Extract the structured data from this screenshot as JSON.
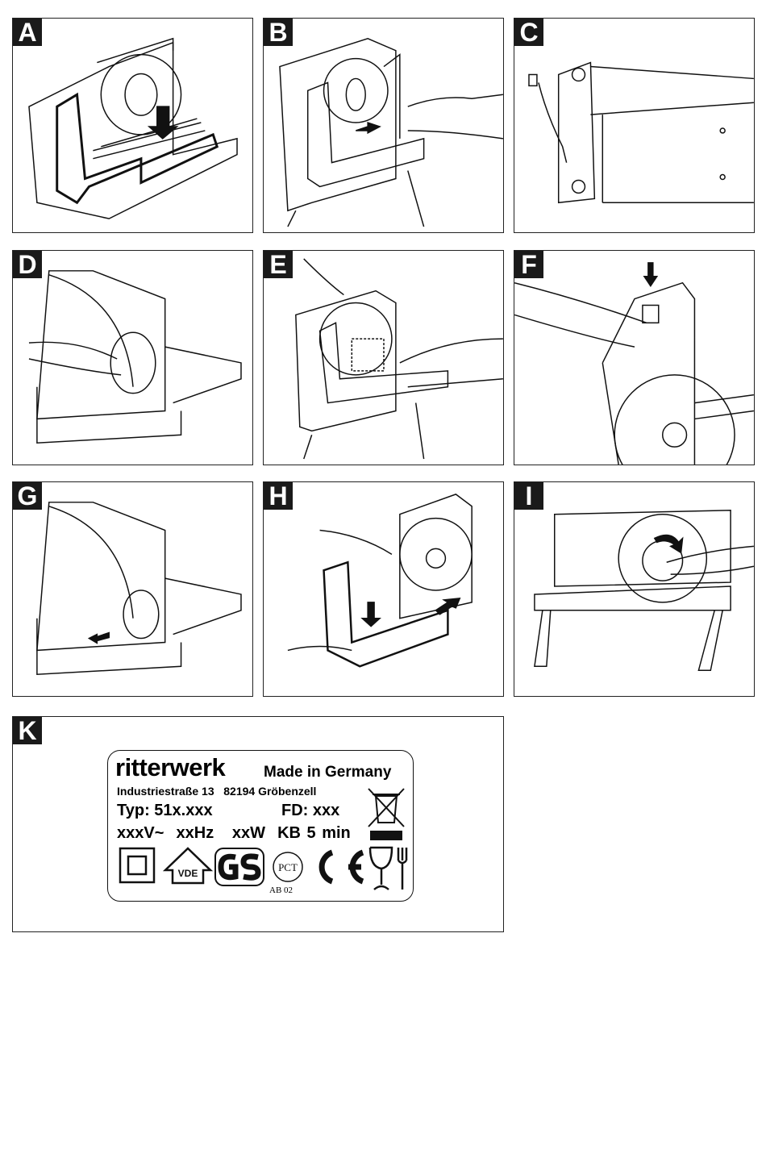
{
  "panels": [
    {
      "letter": "A",
      "caption_icon": "slicer-carriage-insert"
    },
    {
      "letter": "B",
      "caption_icon": "slicer-carriage-slide"
    },
    {
      "letter": "C",
      "caption_icon": "cable-storage"
    },
    {
      "letter": "D",
      "caption_icon": "thickness-dial"
    },
    {
      "letter": "E",
      "caption_icon": "slicing-food"
    },
    {
      "letter": "F",
      "caption_icon": "power-switch"
    },
    {
      "letter": "G",
      "caption_icon": "reset-dial"
    },
    {
      "letter": "H",
      "caption_icon": "remove-carriage"
    },
    {
      "letter": "I",
      "caption_icon": "remove-blade"
    }
  ],
  "rating_plate": {
    "letter": "K",
    "brand": "ritterwerk",
    "made_in": "Made in Germany",
    "address": "Industriestraße 13   82194 Gröbenzell",
    "type": "Typ: 51x.xxx",
    "fd": "FD: xxx",
    "rating": "xxxV~  xxHz   xxW  KB 5 min",
    "gost_code": "AB 02",
    "symbols": [
      "double-insulation",
      "VDE",
      "GS",
      "PCT",
      "CE",
      "food-safe",
      "weee-bin"
    ]
  }
}
